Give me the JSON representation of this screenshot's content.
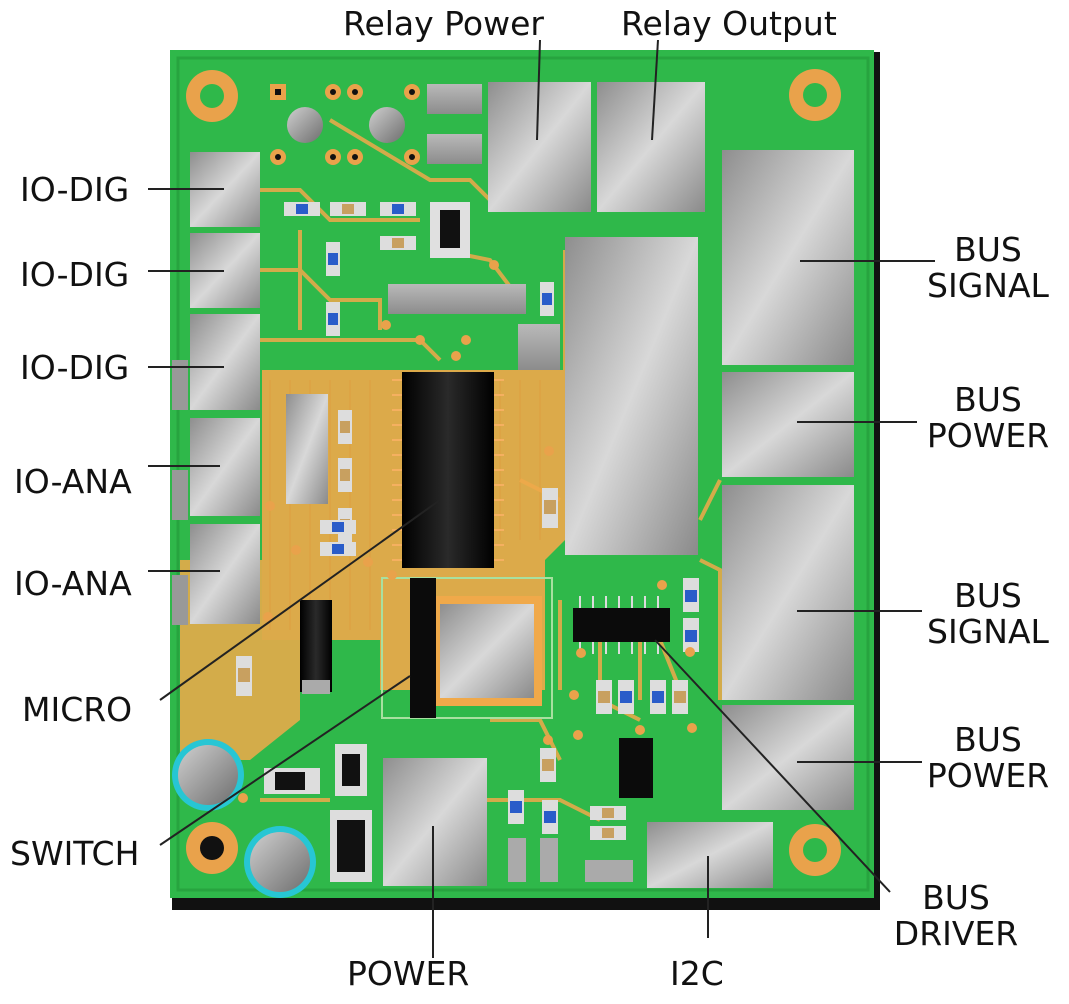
{
  "colors": {
    "pcb": "#2fb84a",
    "pcb_dark": "#1f8f35",
    "copper": "#f0a94a",
    "pad": "#e9a24b",
    "component_grey": "#a8a8a8",
    "ic_black": "#0b0b0b",
    "board_edge": "#111111",
    "leader_line": "#222222",
    "capacitor_ring": "#27c6d4"
  },
  "labels": {
    "relay_power": "Relay Power",
    "relay_output": "Relay Output",
    "io_dig_1": "IO-DIG",
    "io_dig_2": "IO-DIG",
    "io_dig_3": "IO-DIG",
    "io_ana_1": "IO-ANA",
    "io_ana_2": "IO-ANA",
    "micro": "MICRO",
    "switch": "SWITCH",
    "power": "POWER",
    "i2c": "I2C",
    "bus_signal_1_line1": "BUS",
    "bus_signal_1_line2": "SIGNAL",
    "bus_power_1_line1": "BUS",
    "bus_power_1_line2": "POWER",
    "bus_signal_2_line1": "BUS",
    "bus_signal_2_line2": "SIGNAL",
    "bus_power_2_line1": "BUS",
    "bus_power_2_line2": "POWER",
    "bus_driver_line1": "BUS",
    "bus_driver_line2": "DRIVER"
  }
}
